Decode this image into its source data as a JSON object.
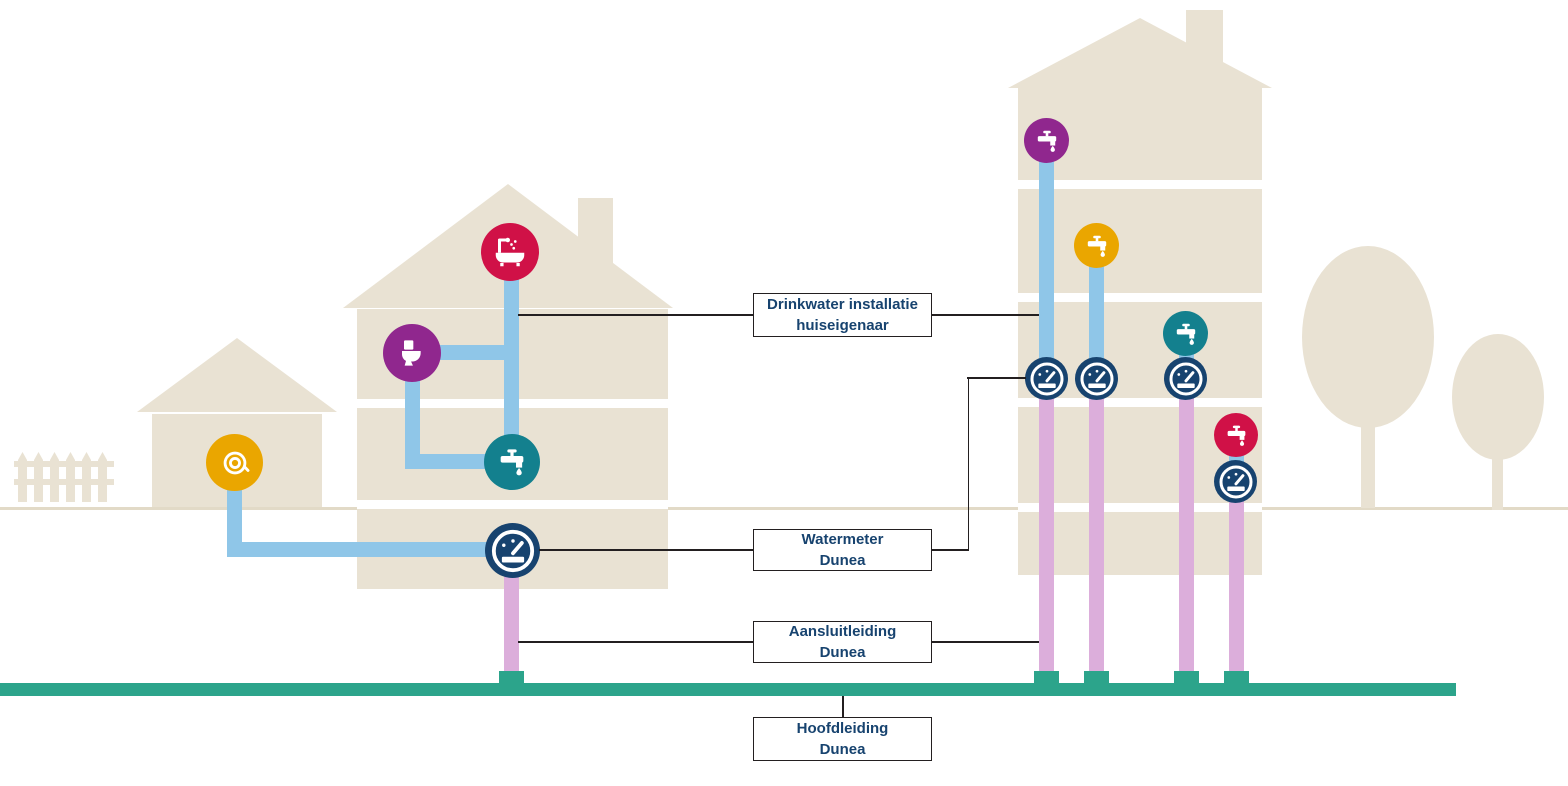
{
  "labels": {
    "drinkwater": {
      "line1": "Drinkwater installatie",
      "line2": "huiseigenaar"
    },
    "watermeter": {
      "line1": "Watermeter",
      "line2": "Dunea"
    },
    "aansluitleiding": {
      "line1": "Aansluitleiding",
      "line2": "Dunea"
    },
    "hoofdleiding": {
      "line1": "Hoofdleiding",
      "line2": "Dunea"
    }
  },
  "colors": {
    "beige": "#e9e2d3",
    "ground": "#e2dac7",
    "pipe-blue": "#8fc6e8",
    "pipe-pink": "#dcaedb",
    "main-green": "#2ca48b",
    "navy": "#17436f",
    "purple": "#90278e",
    "yellow": "#eaa600",
    "teal": "#13808e",
    "crimson": "#d01147",
    "line-black": "#231f20",
    "label-text": "#17436f"
  },
  "icons": {
    "shower-bath-icon": "bathtub with shower head",
    "toilet-icon": "toilet",
    "tap-icon": "water tap with drop",
    "water-meter-icon": "gauge dial meter",
    "garden-hose-icon": "coiled garden hose"
  }
}
